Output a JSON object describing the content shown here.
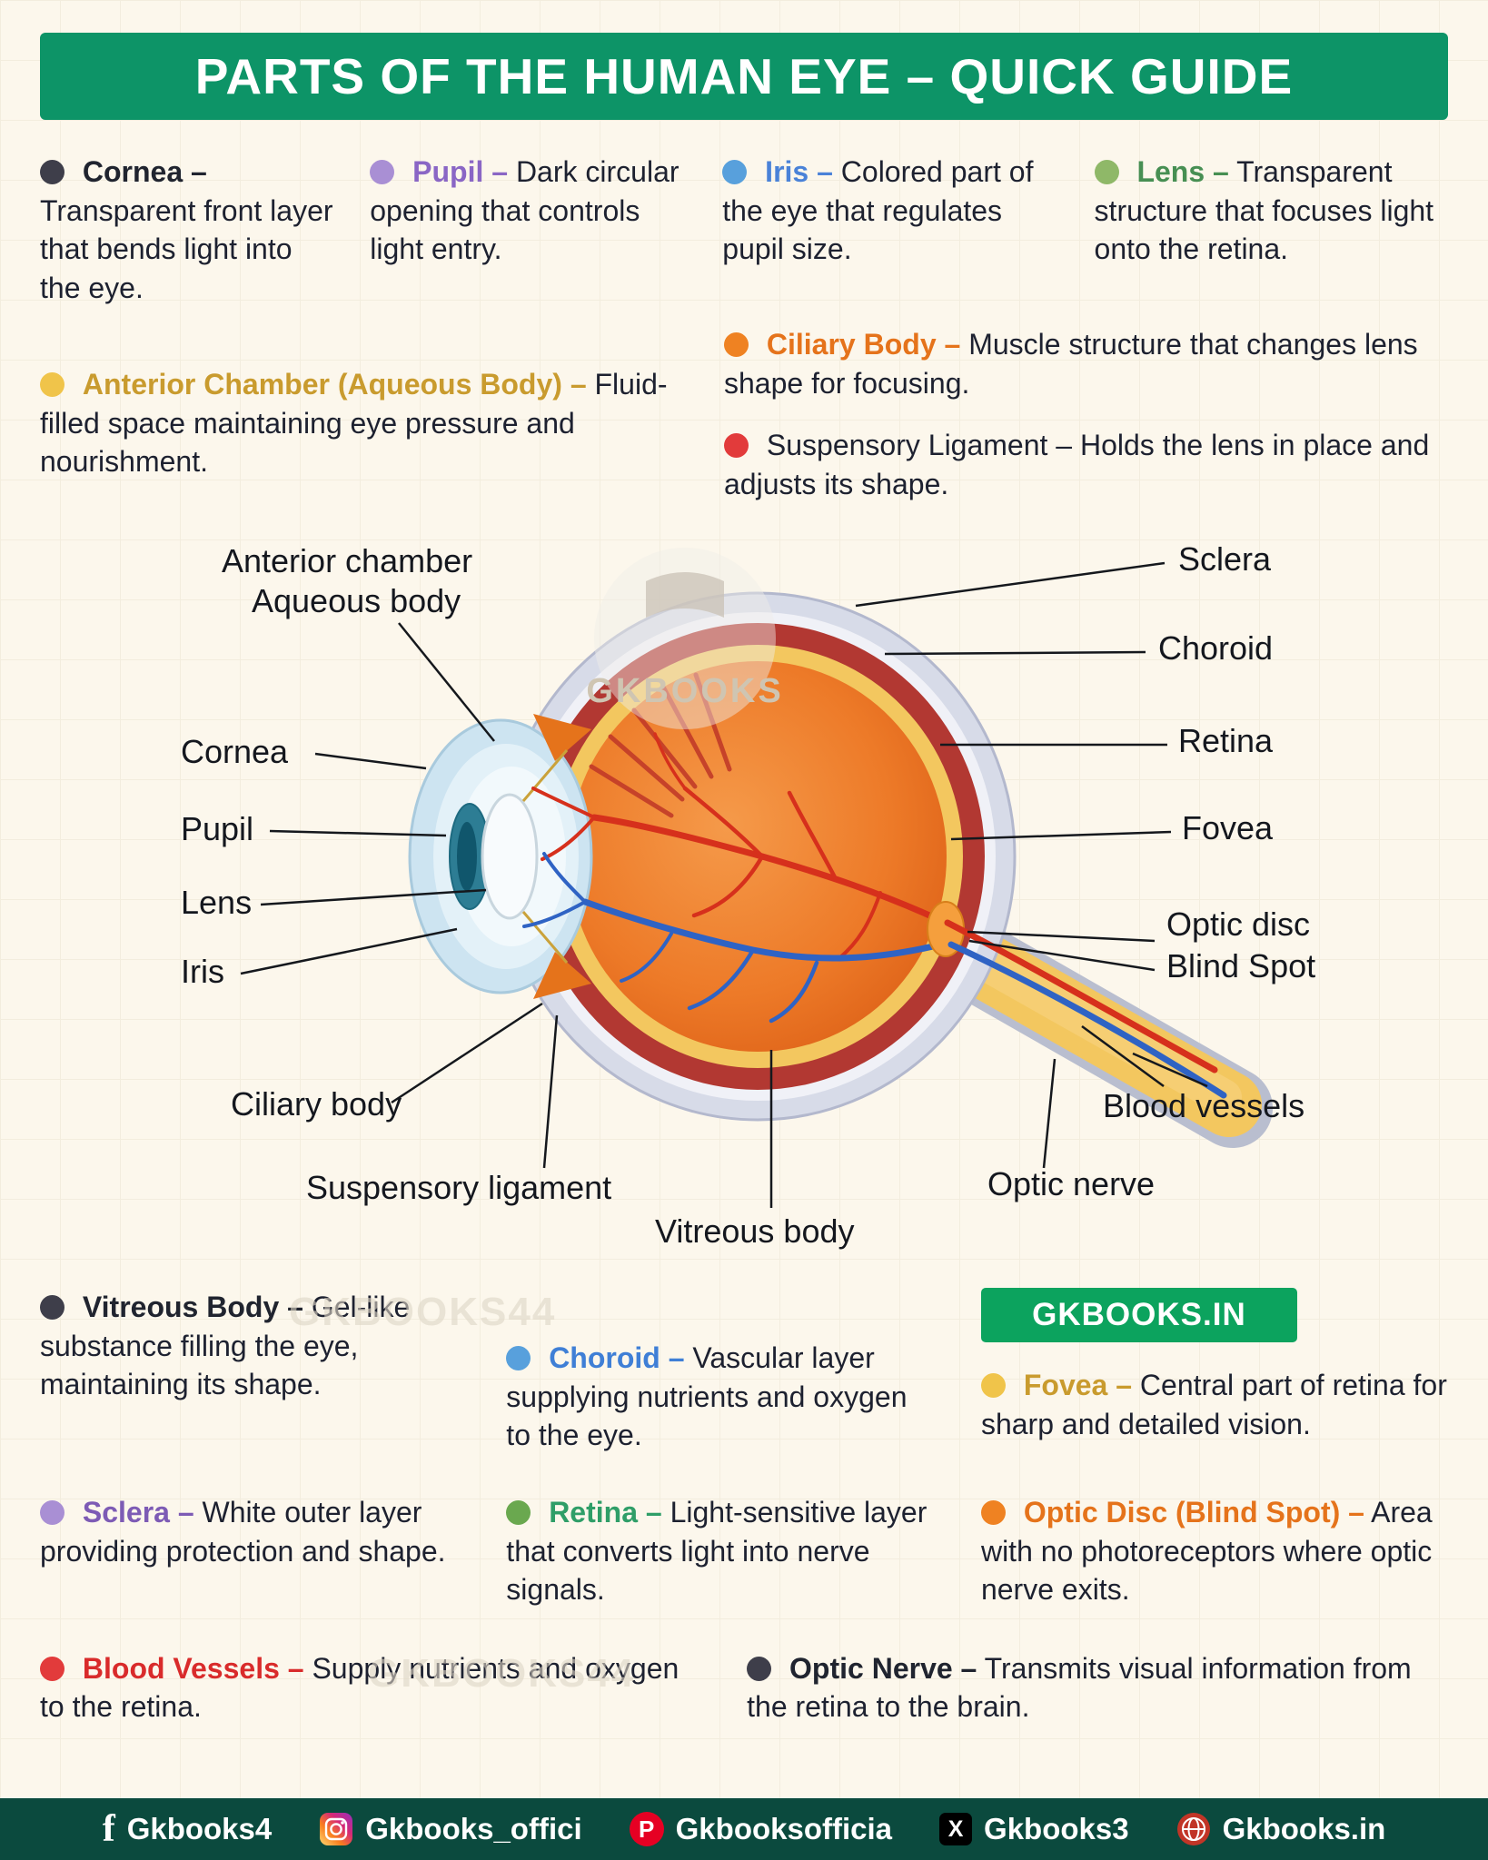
{
  "colors": {
    "header_green": "#0D9467",
    "badge_green": "#0CA35E",
    "footer_green": "#0B4A3E",
    "background": "#FCF7EC",
    "sclera_gray": "#D7DBE8",
    "choroid_red": "#B23832",
    "retina_yellow": "#F3C75F",
    "vitreous_orange": "#ED7A28",
    "cornea_blue": "#CDE4F1",
    "vessel_red": "#D6301C",
    "vessel_blue": "#2F63C4"
  },
  "header": {
    "title": "PARTS OF THE HUMAN EYE – QUICK GUIDE"
  },
  "defs_top": [
    {
      "term": "Cornea –",
      "desc": "Transparent front layer that bends light into the eye.",
      "color": "#20242F",
      "dot": "#3E3E4A"
    },
    {
      "term": "Pupil –",
      "desc": "Dark circular opening that controls light entry.",
      "color": "#8A66C5",
      "dot": "#A98FD4"
    },
    {
      "term": "Iris –",
      "desc": "Colored part of the eye that regulates pupil size.",
      "color": "#4A82D8",
      "dot": "#58A0DC"
    },
    {
      "term": "Lens –",
      "desc": "Transparent structure that focuses light onto the retina.",
      "color": "#478F53",
      "dot": "#8FB868"
    }
  ],
  "defs_mid": {
    "anterior_chamber": {
      "term": "Anterior Chamber (Aqueous Body) –",
      "desc": "Fluid-filled space maintaining eye pressure and nourishment.",
      "color": "#C99B2E",
      "dot": "#F0C44A"
    },
    "ciliary_body": {
      "term": "Ciliary Body –",
      "desc": "Muscle structure that changes lens shape for focusing.",
      "color": "#E5731B",
      "dot": "#EF8222"
    },
    "suspensory_ligament": {
      "term": "Suspensory Ligament –",
      "desc": "Holds the lens in place and adjusts its shape.",
      "color": "#1D2130",
      "dot": "#E23B3B"
    }
  },
  "diagram": {
    "labels": {
      "anterior_chamber_1": "Anterior chamber",
      "anterior_chamber_2": "Aqueous body",
      "cornea": "Cornea",
      "pupil": "Pupil",
      "lens": "Lens",
      "iris": "Iris",
      "ciliary_body": "Ciliary body",
      "suspensory_ligament": "Suspensory ligament",
      "sclera": "Sclera",
      "choroid": "Choroid",
      "retina": "Retina",
      "fovea": "Fovea",
      "optic_disc_1": "Optic disc",
      "optic_disc_2": "Blind Spot",
      "blood_vessels": "Blood vessels",
      "optic_nerve": "Optic nerve",
      "vitreous_body": "Vitreous body"
    },
    "watermark_logo": "GKBOOKS",
    "watermark_text": "GKBOOKS44",
    "badge": "GKBOOKS.IN"
  },
  "defs_bottom": {
    "vitreous": {
      "term": "Vitreous Body –",
      "desc": "Gel-like substance filling the eye, maintaining its shape.",
      "color": "#20242F",
      "dot": "#3E3E4A"
    },
    "choroid": {
      "term": "Choroid –",
      "desc": "Vascular layer supplying nutrients and oxygen to the eye.",
      "color": "#3F7FD6",
      "dot": "#58A0DC"
    },
    "fovea": {
      "term": "Fovea –",
      "desc": "Central part of retina for sharp and detailed vision.",
      "color": "#C99B2E",
      "dot": "#F0C44A"
    },
    "sclera": {
      "term": "Sclera –",
      "desc": "White outer layer providing protection and shape.",
      "color": "#7D5BB5",
      "dot": "#A98FD4"
    },
    "retina": {
      "term": "Retina –",
      "desc": "Light-sensitive layer that converts light into nerve signals.",
      "color": "#2F9E68",
      "dot": "#6AA84F"
    },
    "optic_disc": {
      "term": "Optic Disc (Blind Spot) –",
      "desc": "Area with no photoreceptors where optic nerve exits.",
      "color": "#E5731B",
      "dot": "#EF8222"
    }
  },
  "defs_last": {
    "blood_vessels": {
      "term": "Blood Vessels –",
      "desc": "Supply nutrients and oxygen to the retina.",
      "color": "#D92B2B",
      "dot": "#E23B3B"
    },
    "optic_nerve": {
      "term": "Optic Nerve –",
      "desc": "Transmits visual information from the retina to the brain.",
      "color": "#20242F",
      "dot": "#3E3E4A"
    }
  },
  "footer": {
    "items": [
      {
        "icon": "facebook-icon",
        "glyph": "f",
        "handle": "Gkbooks4"
      },
      {
        "icon": "instagram-icon",
        "glyph": "",
        "handle": "Gkbooks_offici"
      },
      {
        "icon": "pinterest-icon",
        "glyph": "P",
        "handle": "Gkbooksofficia"
      },
      {
        "icon": "x-icon",
        "glyph": "X",
        "handle": "Gkbooks3"
      },
      {
        "icon": "globe-icon",
        "glyph": "",
        "handle": "Gkbooks.in"
      }
    ]
  }
}
